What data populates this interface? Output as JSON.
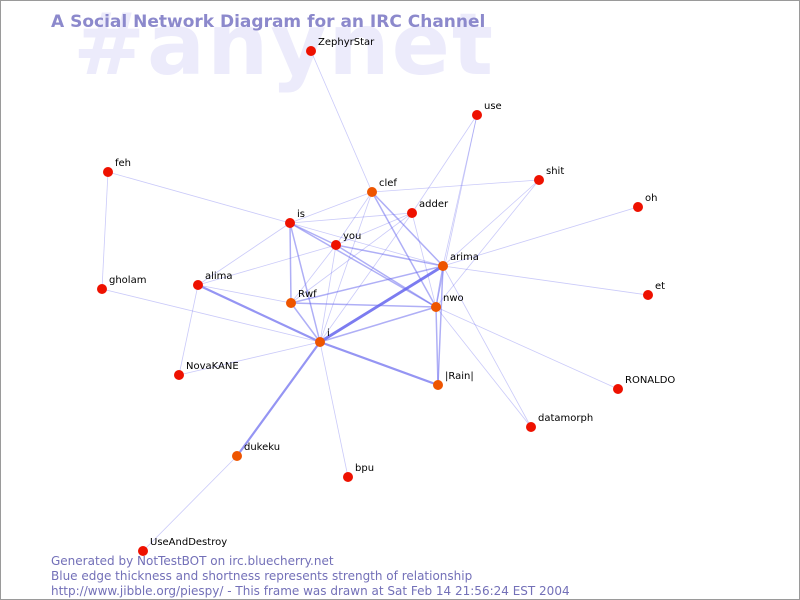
{
  "watermark": "#anynet",
  "title": "A Social Network Diagram for an IRC Channel",
  "footer": {
    "line1": "Generated by NotTestBOT on irc.bluecherry.net",
    "line2": "Blue edge thickness and shortness represents strength of relationship",
    "line3": "http://www.jibble.org/piespy/ - This frame was drawn at Sat Feb 14 21:56:24 EST 2004"
  },
  "colors": {
    "node": "#ee1100",
    "node_active": "#ee5500",
    "edge": "#6666ee",
    "title": "#8c89cc",
    "watermark": "#ecebfb"
  },
  "nodes": [
    "ZephyrStar",
    "use",
    "shit",
    "clef",
    "adder",
    "oh",
    "feh",
    "is",
    "you",
    "arima",
    "et",
    "gholam",
    "alima",
    "Rwf",
    "nwo",
    "i",
    "NovaKANE",
    "|Rain|",
    "RONALDO",
    "datamorph",
    "dukeku",
    "bpu",
    "UseAndDestroy"
  ],
  "edges": [
    {
      "source": "ZephyrStar",
      "target": "clef",
      "strength": 1
    },
    {
      "source": "use",
      "target": "adder",
      "strength": 1
    },
    {
      "source": "use",
      "target": "arima",
      "strength": 1
    },
    {
      "source": "use",
      "target": "nwo",
      "strength": 1
    },
    {
      "source": "shit",
      "target": "clef",
      "strength": 1
    },
    {
      "source": "shit",
      "target": "arima",
      "strength": 1
    },
    {
      "source": "shit",
      "target": "nwo",
      "strength": 1
    },
    {
      "source": "oh",
      "target": "arima",
      "strength": 1
    },
    {
      "source": "feh",
      "target": "is",
      "strength": 1
    },
    {
      "source": "feh",
      "target": "gholam",
      "strength": 1
    },
    {
      "source": "is",
      "target": "clef",
      "strength": 1
    },
    {
      "source": "is",
      "target": "adder",
      "strength": 1
    },
    {
      "source": "is",
      "target": "you",
      "strength": 2
    },
    {
      "source": "is",
      "target": "arima",
      "strength": 1
    },
    {
      "source": "is",
      "target": "nwo",
      "strength": 2
    },
    {
      "source": "is",
      "target": "alima",
      "strength": 1
    },
    {
      "source": "is",
      "target": "Rwf",
      "strength": 2
    },
    {
      "source": "is",
      "target": "i",
      "strength": 2
    },
    {
      "source": "clef",
      "target": "you",
      "strength": 1
    },
    {
      "source": "clef",
      "target": "arima",
      "strength": 2
    },
    {
      "source": "clef",
      "target": "nwo",
      "strength": 2
    },
    {
      "source": "clef",
      "target": "i",
      "strength": 1
    },
    {
      "source": "adder",
      "target": "you",
      "strength": 1
    },
    {
      "source": "adder",
      "target": "nwo",
      "strength": 1
    },
    {
      "source": "adder",
      "target": "i",
      "strength": 1
    },
    {
      "source": "adder",
      "target": "Rwf",
      "strength": 1
    },
    {
      "source": "you",
      "target": "arima",
      "strength": 2
    },
    {
      "source": "you",
      "target": "nwo",
      "strength": 2
    },
    {
      "source": "you",
      "target": "Rwf",
      "strength": 1
    },
    {
      "source": "you",
      "target": "i",
      "strength": 1
    },
    {
      "source": "you",
      "target": "alima",
      "strength": 1
    },
    {
      "source": "arima",
      "target": "et",
      "strength": 1
    },
    {
      "source": "arima",
      "target": "Rwf",
      "strength": 2
    },
    {
      "source": "arima",
      "target": "i",
      "strength": 4
    },
    {
      "source": "arima",
      "target": "nwo",
      "strength": 2
    },
    {
      "source": "arima",
      "target": "|Rain|",
      "strength": 2
    },
    {
      "source": "arima",
      "target": "datamorph",
      "strength": 1
    },
    {
      "source": "gholam",
      "target": "i",
      "strength": 1
    },
    {
      "source": "alima",
      "target": "i",
      "strength": 3
    },
    {
      "source": "alima",
      "target": "Rwf",
      "strength": 1
    },
    {
      "source": "alima",
      "target": "NovaKANE",
      "strength": 1
    },
    {
      "source": "Rwf",
      "target": "nwo",
      "strength": 2
    },
    {
      "source": "Rwf",
      "target": "i",
      "strength": 2
    },
    {
      "source": "nwo",
      "target": "i",
      "strength": 2
    },
    {
      "source": "nwo",
      "target": "|Rain|",
      "strength": 2
    },
    {
      "source": "nwo",
      "target": "RONALDO",
      "strength": 1
    },
    {
      "source": "nwo",
      "target": "datamorph",
      "strength": 1
    },
    {
      "source": "i",
      "target": "NovaKANE",
      "strength": 1
    },
    {
      "source": "i",
      "target": "|Rain|",
      "strength": 3
    },
    {
      "source": "i",
      "target": "dukeku",
      "strength": 3
    },
    {
      "source": "i",
      "target": "bpu",
      "strength": 1
    },
    {
      "source": "dukeku",
      "target": "UseAndDestroy",
      "strength": 1
    }
  ]
}
